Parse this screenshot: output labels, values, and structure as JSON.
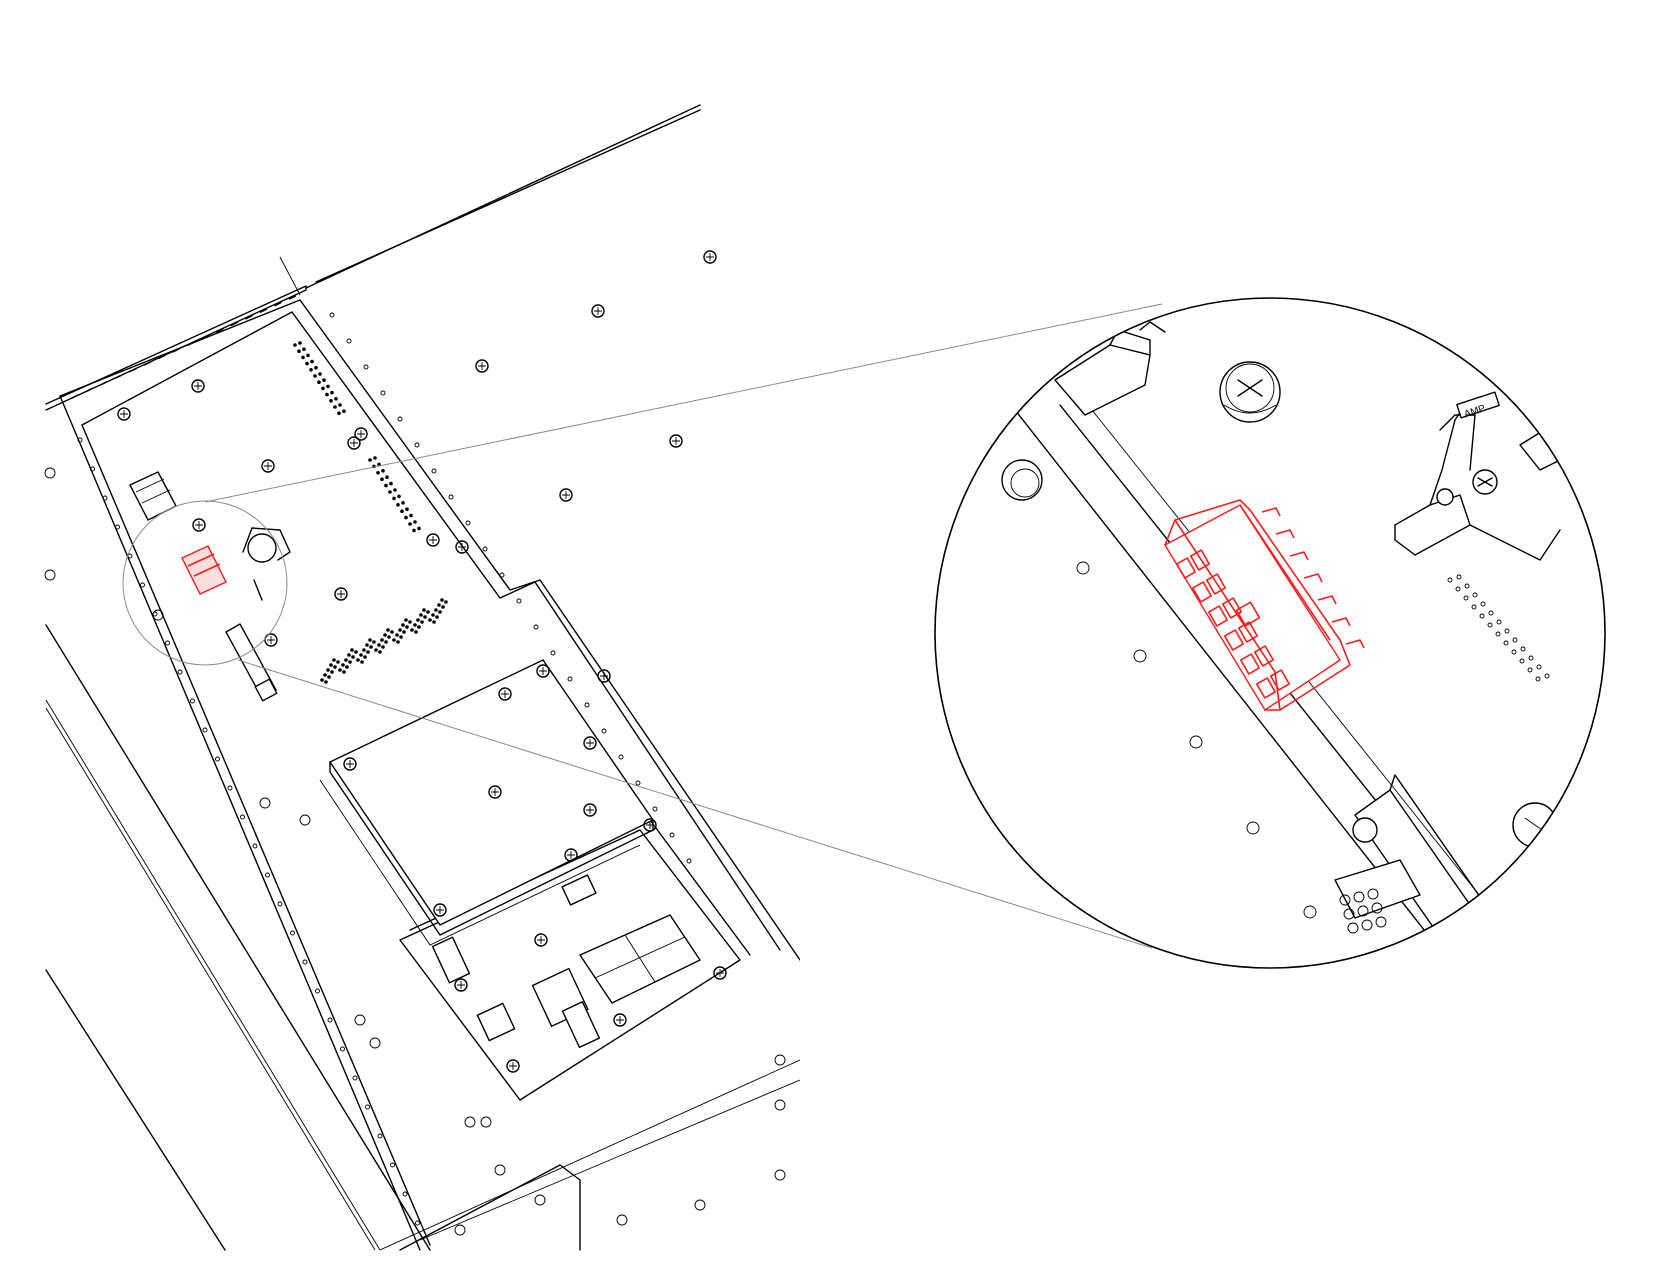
{
  "diagram": {
    "type": "assembly-detail-callout",
    "highlight_color": "#ff1a1a",
    "line_color": "#000000",
    "guide_color": "#8a8a8a",
    "background": "#ffffff",
    "highlighted_part": "connector-highlight",
    "visible_label": "AMP"
  }
}
